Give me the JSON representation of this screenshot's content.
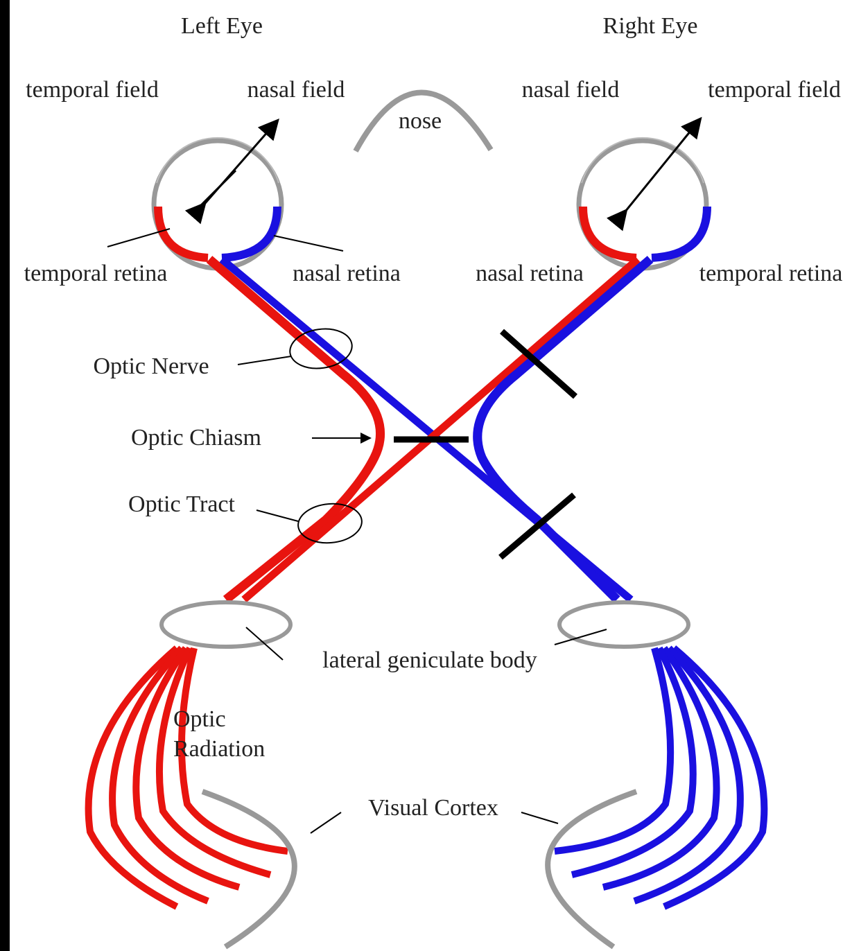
{
  "labels": {
    "left_eye": "Left Eye",
    "right_eye": "Right Eye",
    "left_temporal_field": "temporal field",
    "left_nasal_field": "nasal field",
    "nose": "nose",
    "right_nasal_field": "nasal field",
    "right_temporal_field": "temporal field",
    "left_temporal_retina": "temporal retina",
    "left_nasal_retina": "nasal retina",
    "right_nasal_retina": "nasal retina",
    "right_temporal_retina": "temporal retina",
    "optic_nerve": "Optic Nerve",
    "optic_chiasm": "Optic Chiasm",
    "optic_tract": "Optic Tract",
    "lateral_geniculate_body": "lateral geniculate body",
    "optic_radiation_line1": "Optic",
    "optic_radiation_line2": "Radiation",
    "visual_cortex": "Visual Cortex"
  },
  "colors": {
    "temporal_pathway": "#e8140f",
    "nasal_pathway": "#1a10e0",
    "structure_gray": "#999999",
    "lesion_mark": "#000000",
    "text": "#222222",
    "background": "#ffffff",
    "frame": "#000000"
  },
  "icons": {
    "field_arrow": "double-headed-arrow",
    "lesion": "bar-marker",
    "pointer": "arrow-right"
  }
}
